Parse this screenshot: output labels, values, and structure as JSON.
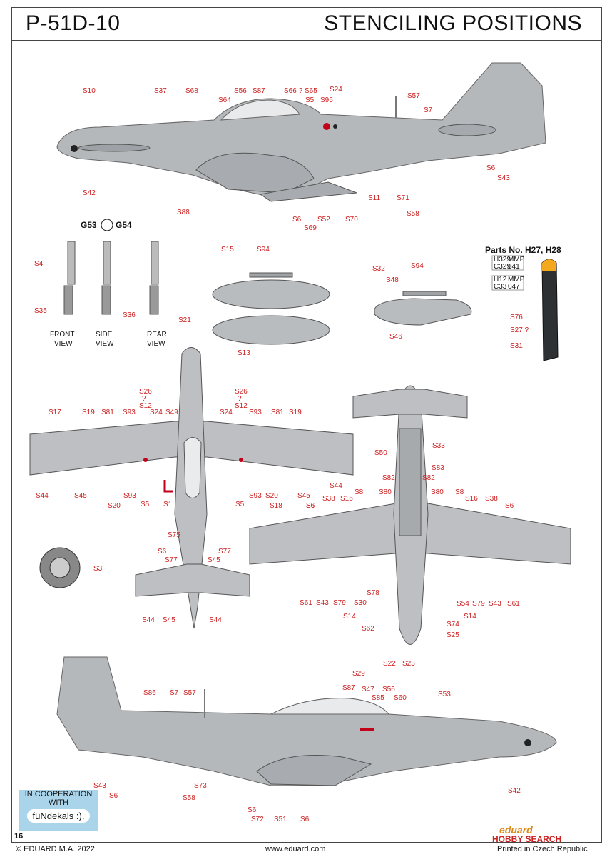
{
  "header": {
    "left_title": "P-51D-10",
    "right_title": "STENCILING POSITIONS"
  },
  "parts_note": {
    "title": "Parts No. H27, H28"
  },
  "color_chips": [
    {
      "a": "H329",
      "b": "MMP",
      "c": "C329",
      "d": "041"
    },
    {
      "a": "H12",
      "b": "MMP",
      "c": "C33",
      "d": "047"
    }
  ],
  "gear_views": {
    "front": "FRONT VIEW",
    "side": "SIDE VIEW",
    "rear": "REAR VIEW",
    "g53": "G53",
    "g54": "G54"
  },
  "labels": {
    "top_side": [
      "S10",
      "S37",
      "S68",
      "S64",
      "S56",
      "S87",
      "S66 ?",
      "S65",
      "S5",
      "S95",
      "S24",
      "S57",
      "S7",
      "S42",
      "S88",
      "S6",
      "S69",
      "S52",
      "S70",
      "S11",
      "S71",
      "S58",
      "S6",
      "S43"
    ],
    "gear": [
      "S4",
      "S35",
      "S36",
      "S21"
    ],
    "tank": [
      "S15",
      "S94",
      "S13",
      "S32",
      "S48",
      "S94",
      "S46"
    ],
    "prop": [
      "S76",
      "S27 ?",
      "S31"
    ],
    "upper_wing_left": [
      "S26",
      "?",
      "S12",
      "S17",
      "S19",
      "S81",
      "S93",
      "S24",
      "S49",
      "S44",
      "S45",
      "S20",
      "S93",
      "S5",
      "S1",
      "S75",
      "S6",
      "S77",
      "S44",
      "S45"
    ],
    "upper_wing_right": [
      "S26",
      "?",
      "S12",
      "S24",
      "S93",
      "S81",
      "S19",
      "S44",
      "S45",
      "S93",
      "S5",
      "S20",
      "S18",
      "S6",
      "S77",
      "S45",
      "S44"
    ],
    "wheel": [
      "S3"
    ],
    "lower": [
      "S33",
      "S50",
      "S83",
      "S82",
      "S82",
      "S80",
      "S80",
      "S38",
      "S16",
      "S8",
      "S8",
      "S16",
      "S38",
      "S6",
      "S6",
      "S61",
      "S43",
      "S79",
      "S30",
      "S78",
      "S14",
      "S54",
      "S79",
      "S43",
      "S61",
      "S14",
      "S74",
      "S62",
      "S25",
      "S22",
      "S23"
    ],
    "bottom_side": [
      "S86",
      "S7",
      "S57",
      "S29",
      "S87",
      "S47",
      "S56",
      "S85",
      "S60",
      "S53",
      "S43",
      "S6",
      "S73",
      "S58",
      "S6",
      "S72",
      "S51",
      "S6",
      "S42"
    ]
  },
  "coop": {
    "line1": "IN COOPERATION",
    "line2": "WITH",
    "brand": "füNdekals :)."
  },
  "footer": {
    "page": "16",
    "copyright": "© EDUARD M.A. 2022",
    "url": "www.eduard.com",
    "printed": "Printed in Czech Republic",
    "brand": "eduard",
    "watermark": "HOBBY SEARCH"
  }
}
